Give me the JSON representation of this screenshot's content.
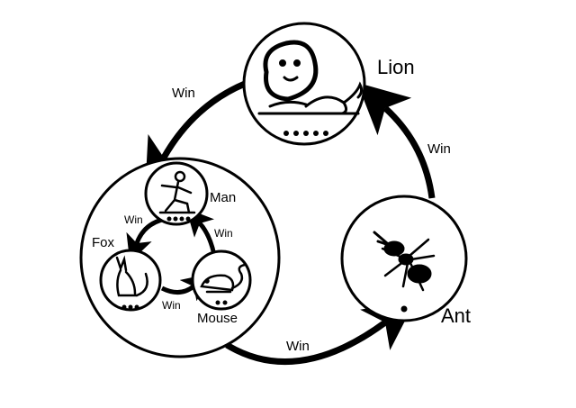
{
  "nodes": {
    "lion": {
      "label": "Lion",
      "dots": 5,
      "icon": "lion-icon"
    },
    "ant": {
      "label": "Ant",
      "dots": 1,
      "icon": "ant-icon"
    },
    "man": {
      "label": "Man",
      "dots": 4,
      "icon": "man-icon"
    },
    "fox": {
      "label": "Fox",
      "dots": 3,
      "icon": "fox-icon"
    },
    "mouse": {
      "label": "Mouse",
      "dots": 2,
      "icon": "mouse-icon"
    }
  },
  "edges": {
    "lion_to_group": "Win",
    "ant_to_lion": "Win",
    "group_to_ant": "Win",
    "man_to_fox": "Win",
    "mouse_to_man": "Win",
    "fox_to_mouse": "Win"
  },
  "colors": {
    "ink": "#000000",
    "paper": "#ffffff"
  }
}
